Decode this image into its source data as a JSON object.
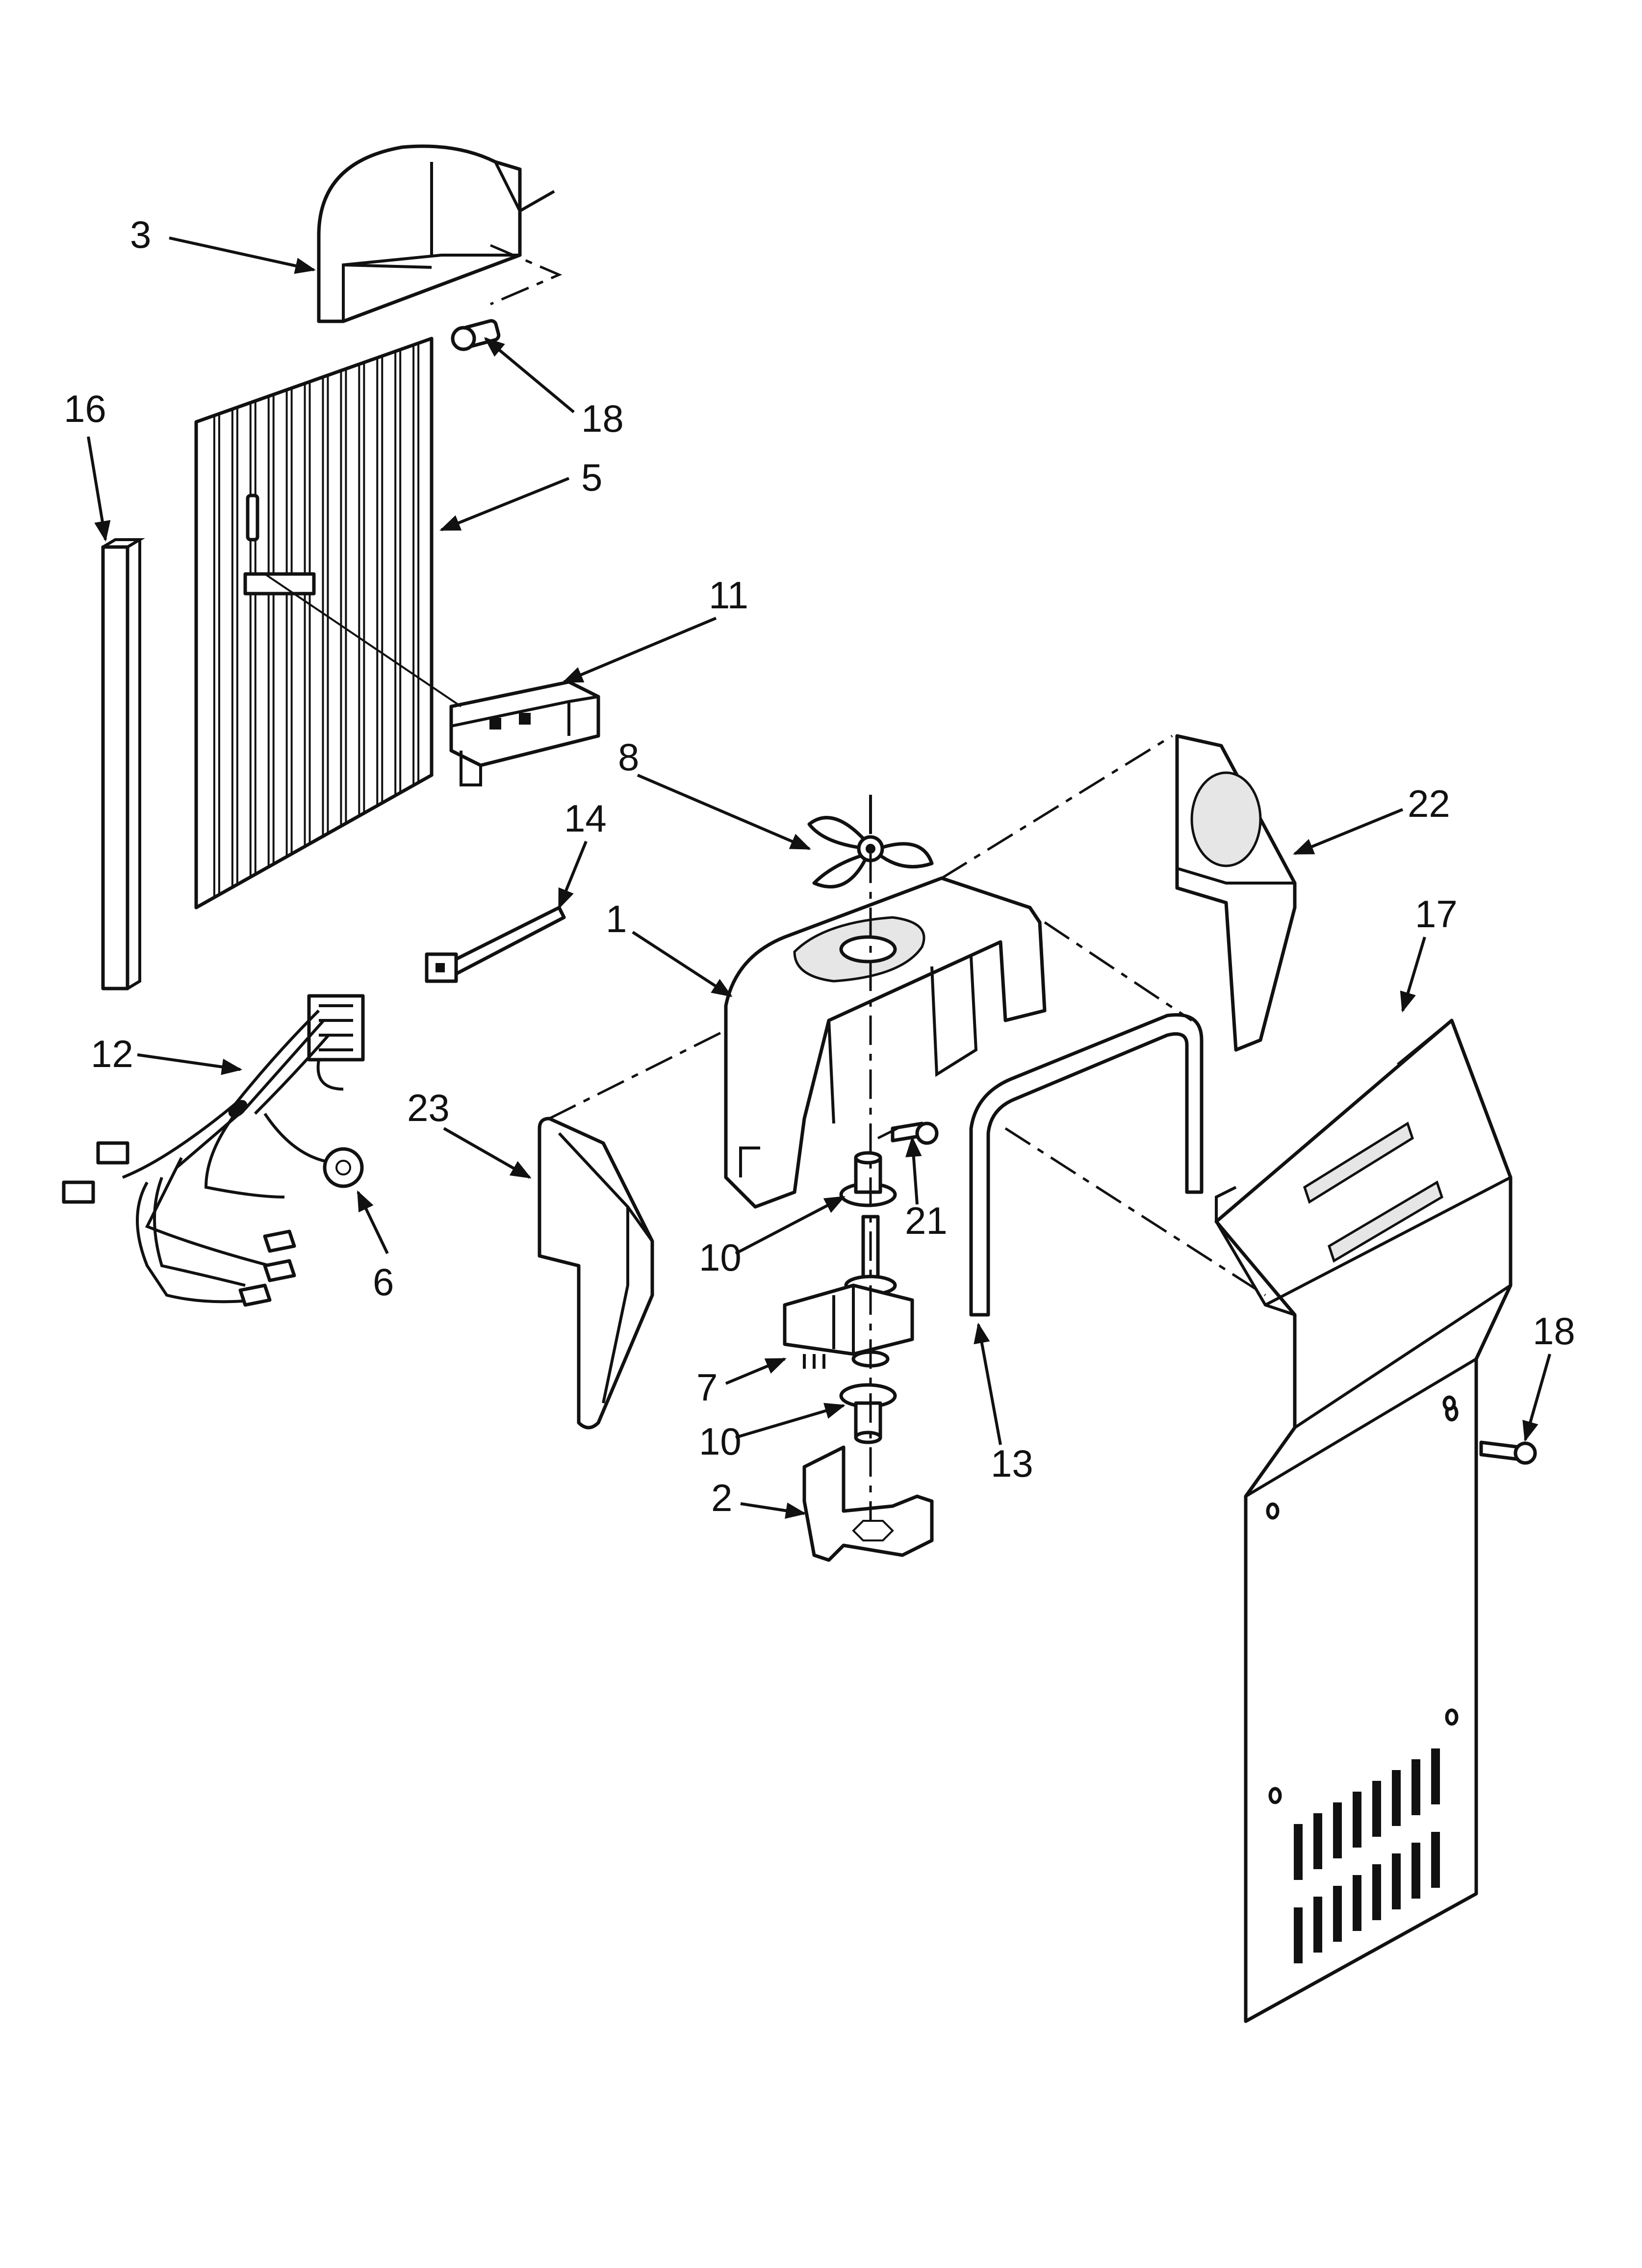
{
  "callouts": [
    {
      "id": "c3",
      "text": "3"
    },
    {
      "id": "c18a",
      "text": "18"
    },
    {
      "id": "c16",
      "text": "16"
    },
    {
      "id": "c5",
      "text": "5"
    },
    {
      "id": "c11",
      "text": "11"
    },
    {
      "id": "c8",
      "text": "8"
    },
    {
      "id": "c14",
      "text": "14"
    },
    {
      "id": "c22",
      "text": "22"
    },
    {
      "id": "c1",
      "text": "1"
    },
    {
      "id": "c17",
      "text": "17"
    },
    {
      "id": "c12",
      "text": "12"
    },
    {
      "id": "c23",
      "text": "23"
    },
    {
      "id": "c21",
      "text": "21"
    },
    {
      "id": "c10a",
      "text": "10"
    },
    {
      "id": "c6",
      "text": "6"
    },
    {
      "id": "c7",
      "text": "7"
    },
    {
      "id": "c13",
      "text": "13"
    },
    {
      "id": "c18b",
      "text": "18"
    },
    {
      "id": "c10b",
      "text": "10"
    },
    {
      "id": "c2",
      "text": "2"
    }
  ]
}
